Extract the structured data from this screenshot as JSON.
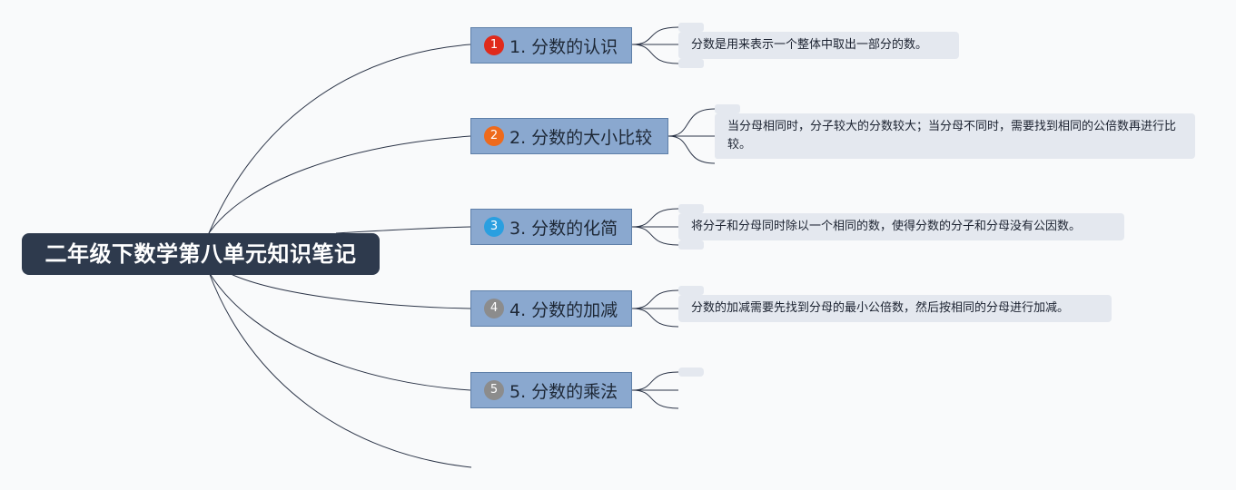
{
  "root": {
    "title": "二年级下数学第八单元知识笔记"
  },
  "topics": [
    {
      "marker": "1",
      "title": "1. 分数的认识",
      "marker_color": "#e02a1b",
      "note": "分数是用来表示一个整体中取出一部分的数。"
    },
    {
      "marker": "2",
      "title": "2. 分数的大小比较",
      "marker_color": "#ee6a1c",
      "note": "当分母相同时，分子较大的分数较大；当分母不同时，需要找到相同的公倍数再进行比较。"
    },
    {
      "marker": "3",
      "title": "3. 分数的化简",
      "marker_color": "#2a9fe0",
      "note": "将分子和分母同时除以一个相同的数，使得分数的分子和分母没有公因数。"
    },
    {
      "marker": "4",
      "title": "4. 分数的加减",
      "marker_color": "#8c8c8c",
      "note": "分数的加减需要先找到分母的最小公倍数，然后按相同的分母进行加减。"
    },
    {
      "marker": "5",
      "title": "5. 分数的乘法",
      "marker_color": "#8c8c8c",
      "note": ""
    }
  ],
  "colors": {
    "root_fill": "#2e3a4d",
    "topic_fill": "#8aa8cf",
    "note_fill": "#e4e8ef",
    "connector": "#2b3447"
  }
}
